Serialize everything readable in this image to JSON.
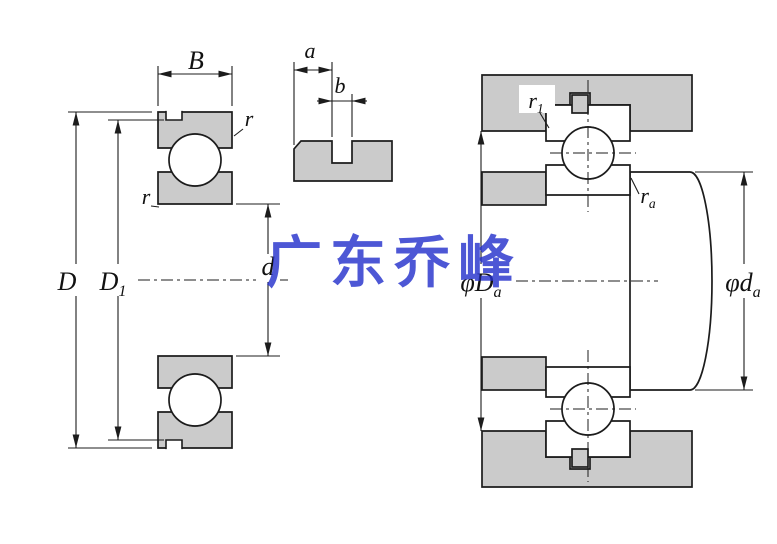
{
  "diagram": {
    "background": "#ffffff",
    "line_color": "#1c1c1c",
    "steel_fill": "#cbcbcb",
    "watermark": {
      "text": "广东乔峰",
      "color": "#2733cc"
    },
    "section_view": {
      "width_label": "B",
      "outer_diameter_label": "D",
      "snap_ring_groove_diameter_main": "D",
      "snap_ring_groove_diameter_sub": "1",
      "bore_diameter_label": "d",
      "outer_chamfer_label": "r",
      "inner_chamfer_label": "r"
    },
    "groove_detail": {
      "groove_position_label": "a",
      "groove_width_label": "b"
    },
    "mounting_view": {
      "snap_ring_radius_main": "r",
      "snap_ring_radius_sub": "1",
      "shoulder_fillet_main": "r",
      "shoulder_fillet_sub": "a",
      "housing_shoulder_diameter_main": "φD",
      "housing_shoulder_diameter_sub": "a",
      "shaft_shoulder_diameter_main": "φd",
      "shaft_shoulder_diameter_sub": "a"
    }
  }
}
